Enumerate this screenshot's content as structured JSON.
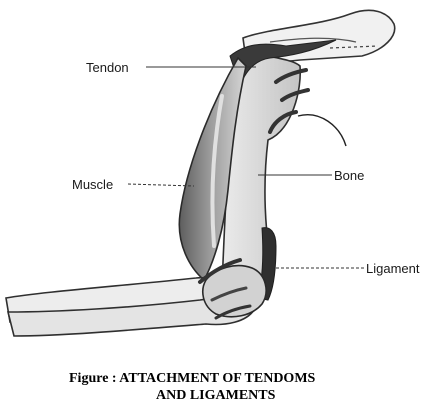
{
  "labels": {
    "tendon": "Tendon",
    "muscle": "Muscle",
    "bone": "Bone",
    "ligament": "Ligament"
  },
  "caption": {
    "line1": "Figure : ATTACHMENT OF TENDOMS",
    "line2": "AND LIGAMENTS"
  }
}
